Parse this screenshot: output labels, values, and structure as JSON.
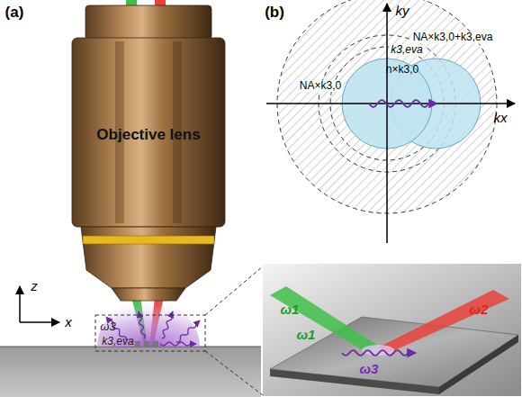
{
  "diagram": {
    "labels": [
      "(a)",
      "Objective lens",
      "z",
      "x",
      "ω3",
      "k3,eva",
      "(b)",
      "ky",
      "kx",
      "NA×k3,0+k3,eva",
      "k3,eva",
      "n×k3,0",
      "NA×k3,0",
      "ω1",
      "ω1",
      "ω2",
      "ω3"
    ]
  }
}
